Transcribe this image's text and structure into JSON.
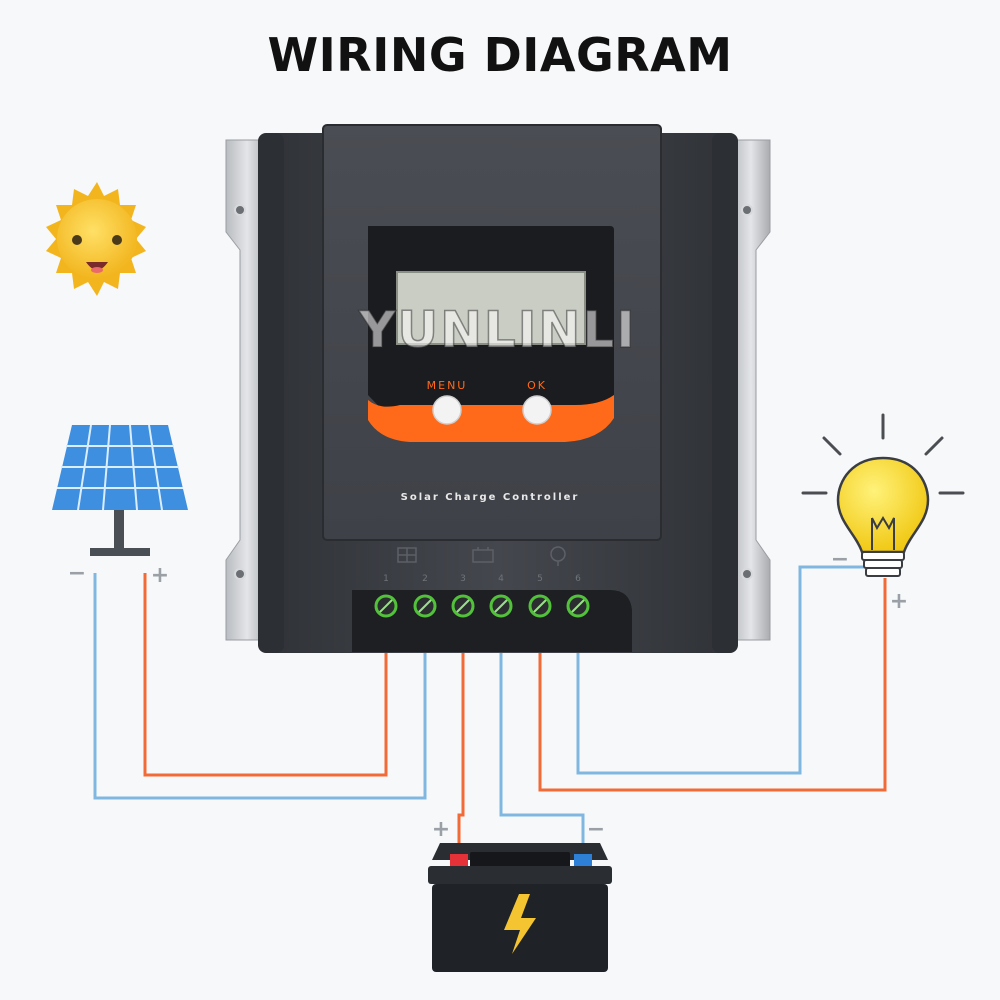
{
  "title": "WIRING DIAGRAM",
  "controller": {
    "label": "Solar Charge Controller",
    "buttons": [
      {
        "label": "MENU"
      },
      {
        "label": "OK"
      }
    ],
    "terminal_numbers": [
      "1",
      "2",
      "3",
      "4",
      "5",
      "6"
    ],
    "watermark": "YUNLINLI"
  },
  "polarity": {
    "panel_negative": "−",
    "panel_positive": "+",
    "battery_positive": "+",
    "battery_negative": "−",
    "load_negative": "−",
    "load_positive": "+"
  },
  "colors": {
    "positive_wire": "#f26a36",
    "negative_wire": "#7fb7e0",
    "controller_body": "#3d4046",
    "accent_orange": "#ff6a1a",
    "terminal_green": "#53c23b",
    "sun": "#f5c431",
    "bulb": "#f5d51c",
    "panel_blue": "#3e8fe0",
    "battery_body": "#1f2226",
    "battery_red": "#e53238",
    "battery_blue": "#2d80d6"
  },
  "icons": [
    "sun-icon",
    "solar-panel-icon",
    "light-bulb-icon",
    "battery-icon",
    "lightning-icon"
  ]
}
